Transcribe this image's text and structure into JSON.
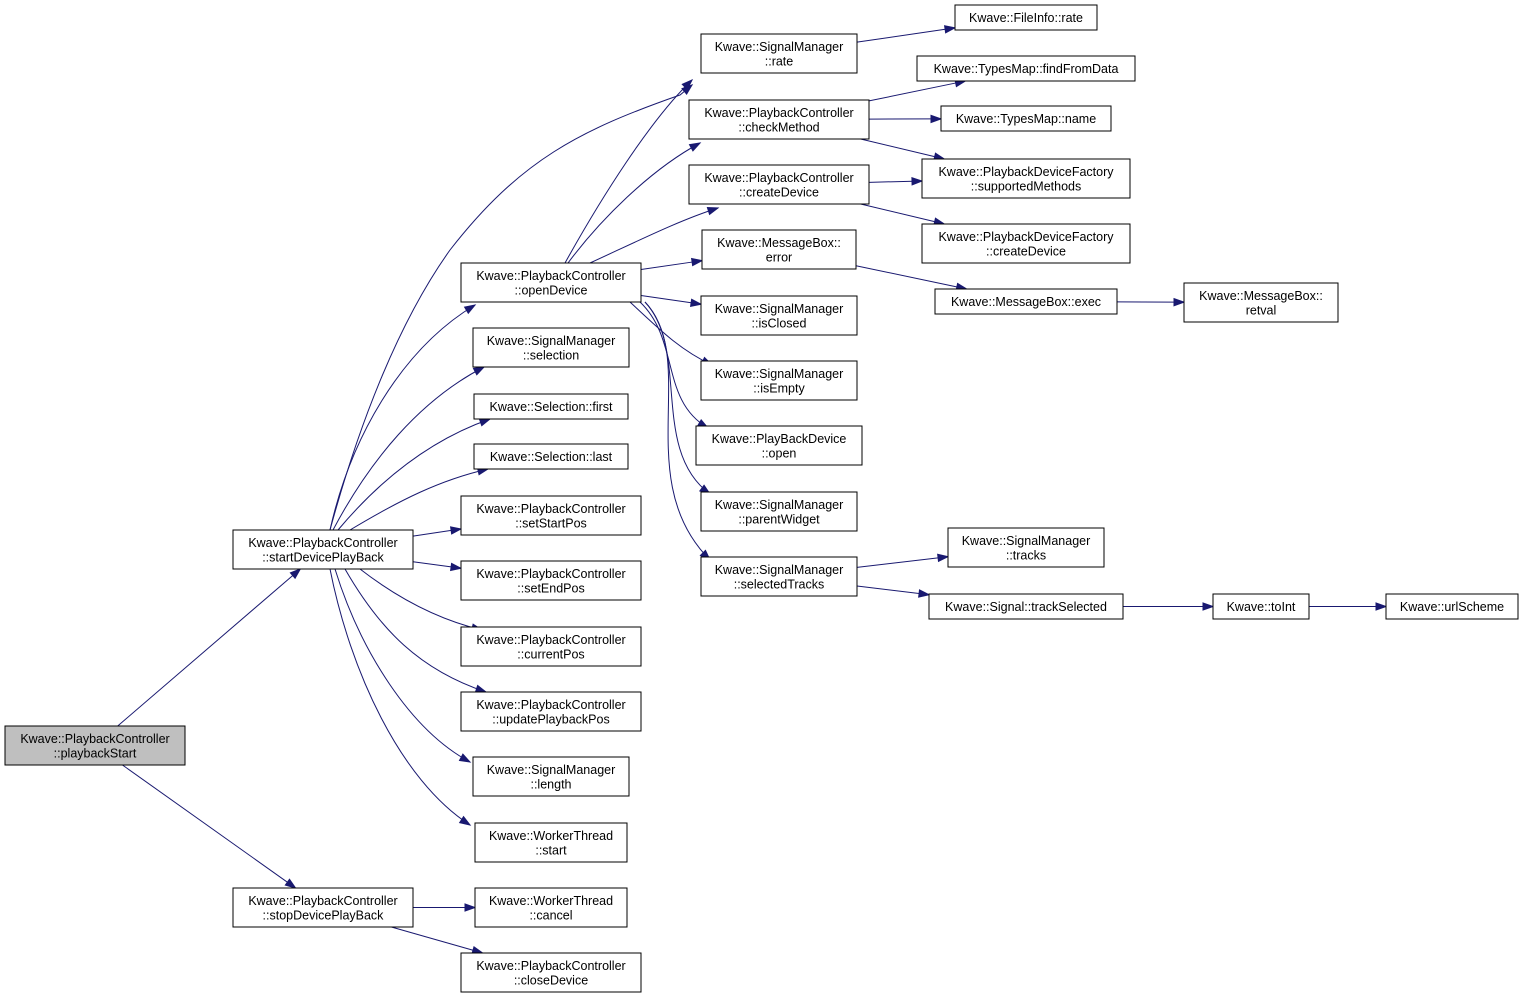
{
  "colors": {
    "edge": "#191970",
    "root_fill": "#bfbfbf",
    "node_fill": "#ffffff",
    "border": "#000000"
  },
  "nodes": [
    {
      "id": "playbackStart",
      "lines": [
        "Kwave::PlaybackController",
        "::playbackStart"
      ],
      "root": true
    },
    {
      "id": "startDevicePlayBack",
      "lines": [
        "Kwave::PlaybackController",
        "::startDevicePlayBack"
      ]
    },
    {
      "id": "stopDevicePlayBack",
      "lines": [
        "Kwave::PlaybackController",
        "::stopDevicePlayBack"
      ]
    },
    {
      "id": "openDevice",
      "lines": [
        "Kwave::PlaybackController",
        "::openDevice"
      ]
    },
    {
      "id": "sm_selection",
      "lines": [
        "Kwave::SignalManager",
        "::selection"
      ]
    },
    {
      "id": "sel_first",
      "lines": [
        "Kwave::Selection::first"
      ]
    },
    {
      "id": "sel_last",
      "lines": [
        "Kwave::Selection::last"
      ]
    },
    {
      "id": "setStartPos",
      "lines": [
        "Kwave::PlaybackController",
        "::setStartPos"
      ]
    },
    {
      "id": "setEndPos",
      "lines": [
        "Kwave::PlaybackController",
        "::setEndPos"
      ]
    },
    {
      "id": "currentPos",
      "lines": [
        "Kwave::PlaybackController",
        "::currentPos"
      ]
    },
    {
      "id": "updatePlaybackPos",
      "lines": [
        "Kwave::PlaybackController",
        "::updatePlaybackPos"
      ]
    },
    {
      "id": "sm_length",
      "lines": [
        "Kwave::SignalManager",
        "::length"
      ]
    },
    {
      "id": "wt_start",
      "lines": [
        "Kwave::WorkerThread",
        "::start"
      ]
    },
    {
      "id": "wt_cancel",
      "lines": [
        "Kwave::WorkerThread",
        "::cancel"
      ]
    },
    {
      "id": "closeDevice",
      "lines": [
        "Kwave::PlaybackController",
        "::closeDevice"
      ]
    },
    {
      "id": "sm_rate",
      "lines": [
        "Kwave::SignalManager",
        "::rate"
      ]
    },
    {
      "id": "checkMethod",
      "lines": [
        "Kwave::PlaybackController",
        "::checkMethod"
      ]
    },
    {
      "id": "pc_createDevice",
      "lines": [
        "Kwave::PlaybackController",
        "::createDevice"
      ]
    },
    {
      "id": "mb_error",
      "lines": [
        "Kwave::MessageBox::",
        "error"
      ]
    },
    {
      "id": "sm_isClosed",
      "lines": [
        "Kwave::SignalManager",
        "::isClosed"
      ]
    },
    {
      "id": "sm_isEmpty",
      "lines": [
        "Kwave::SignalManager",
        "::isEmpty"
      ]
    },
    {
      "id": "pbd_open",
      "lines": [
        "Kwave::PlayBackDevice",
        "::open"
      ]
    },
    {
      "id": "sm_parentWidget",
      "lines": [
        "Kwave::SignalManager",
        "::parentWidget"
      ]
    },
    {
      "id": "sm_selectedTracks",
      "lines": [
        "Kwave::SignalManager",
        "::selectedTracks"
      ]
    },
    {
      "id": "fi_rate",
      "lines": [
        "Kwave::FileInfo::rate"
      ]
    },
    {
      "id": "tm_findFromData",
      "lines": [
        "Kwave::TypesMap::findFromData"
      ]
    },
    {
      "id": "tm_name",
      "lines": [
        "Kwave::TypesMap::name"
      ]
    },
    {
      "id": "pdf_supportedMethods",
      "lines": [
        "Kwave::PlaybackDeviceFactory",
        "::supportedMethods"
      ]
    },
    {
      "id": "pdf_createDevice",
      "lines": [
        "Kwave::PlaybackDeviceFactory",
        "::createDevice"
      ]
    },
    {
      "id": "mb_exec",
      "lines": [
        "Kwave::MessageBox::exec"
      ]
    },
    {
      "id": "mb_retval",
      "lines": [
        "Kwave::MessageBox::",
        "retval"
      ]
    },
    {
      "id": "sm_tracks",
      "lines": [
        "Kwave::SignalManager",
        "::tracks"
      ]
    },
    {
      "id": "sig_trackSelected",
      "lines": [
        "Kwave::Signal::trackSelected"
      ]
    },
    {
      "id": "toInt",
      "lines": [
        "Kwave::toInt"
      ]
    },
    {
      "id": "urlScheme",
      "lines": [
        "Kwave::urlScheme"
      ]
    }
  ],
  "edges": [
    {
      "from": "playbackStart",
      "to": "startDevicePlayBack"
    },
    {
      "from": "playbackStart",
      "to": "stopDevicePlayBack"
    },
    {
      "from": "startDevicePlayBack",
      "to": "openDevice"
    },
    {
      "from": "startDevicePlayBack",
      "to": "sm_rate"
    },
    {
      "from": "startDevicePlayBack",
      "to": "sm_selection"
    },
    {
      "from": "startDevicePlayBack",
      "to": "sel_first"
    },
    {
      "from": "startDevicePlayBack",
      "to": "sel_last"
    },
    {
      "from": "startDevicePlayBack",
      "to": "setStartPos"
    },
    {
      "from": "startDevicePlayBack",
      "to": "setEndPos"
    },
    {
      "from": "startDevicePlayBack",
      "to": "currentPos"
    },
    {
      "from": "startDevicePlayBack",
      "to": "updatePlaybackPos"
    },
    {
      "from": "startDevicePlayBack",
      "to": "sm_length"
    },
    {
      "from": "startDevicePlayBack",
      "to": "wt_start"
    },
    {
      "from": "stopDevicePlayBack",
      "to": "wt_cancel"
    },
    {
      "from": "stopDevicePlayBack",
      "to": "closeDevice"
    },
    {
      "from": "openDevice",
      "to": "sm_rate"
    },
    {
      "from": "openDevice",
      "to": "checkMethod"
    },
    {
      "from": "openDevice",
      "to": "pc_createDevice"
    },
    {
      "from": "openDevice",
      "to": "mb_error"
    },
    {
      "from": "openDevice",
      "to": "sm_isClosed"
    },
    {
      "from": "openDevice",
      "to": "sm_isEmpty"
    },
    {
      "from": "openDevice",
      "to": "pbd_open"
    },
    {
      "from": "openDevice",
      "to": "sm_parentWidget"
    },
    {
      "from": "openDevice",
      "to": "sm_selectedTracks"
    },
    {
      "from": "sm_rate",
      "to": "fi_rate"
    },
    {
      "from": "checkMethod",
      "to": "tm_findFromData"
    },
    {
      "from": "checkMethod",
      "to": "tm_name"
    },
    {
      "from": "checkMethod",
      "to": "pdf_supportedMethods"
    },
    {
      "from": "pc_createDevice",
      "to": "pdf_supportedMethods"
    },
    {
      "from": "pc_createDevice",
      "to": "pdf_createDevice"
    },
    {
      "from": "mb_error",
      "to": "mb_exec"
    },
    {
      "from": "mb_exec",
      "to": "mb_retval"
    },
    {
      "from": "sm_selectedTracks",
      "to": "sm_tracks"
    },
    {
      "from": "sm_selectedTracks",
      "to": "sig_trackSelected"
    },
    {
      "from": "sig_trackSelected",
      "to": "toInt"
    },
    {
      "from": "toInt",
      "to": "urlScheme"
    }
  ]
}
